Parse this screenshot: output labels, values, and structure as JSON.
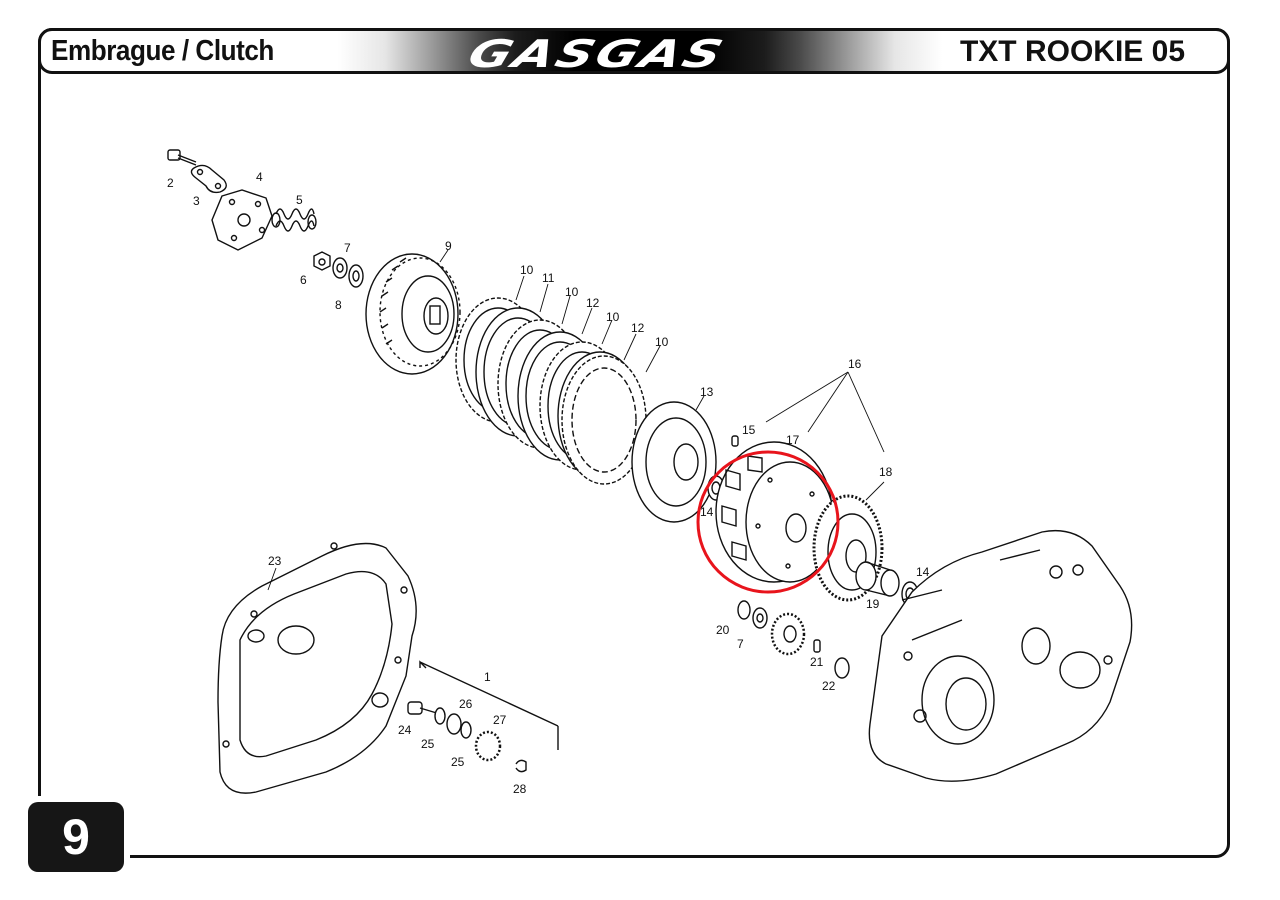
{
  "header": {
    "section_title": "Embrague / Clutch",
    "brand_logo_text": "GASGAS",
    "model": "TXT ROOKIE 05"
  },
  "page_number": "9",
  "highlight_color": "#e8141c",
  "part_labels": {
    "p1": "1",
    "p2": "2",
    "p3": "3",
    "p4": "4",
    "p5": "5",
    "p6": "6",
    "p7a": "7",
    "p7b": "7",
    "p8": "8",
    "p9": "9",
    "p10a": "10",
    "p10b": "10",
    "p10c": "10",
    "p10d": "10",
    "p11": "11",
    "p12a": "12",
    "p12b": "12",
    "p13": "13",
    "p14a": "14",
    "p14b": "14",
    "p15": "15",
    "p16": "16",
    "p17": "17",
    "p18": "18",
    "p19": "19",
    "p20": "20",
    "p21": "21",
    "p22": "22",
    "p23": "23",
    "p24": "24",
    "p25a": "25",
    "p25b": "25",
    "p26": "26",
    "p27": "27",
    "p28": "28"
  }
}
